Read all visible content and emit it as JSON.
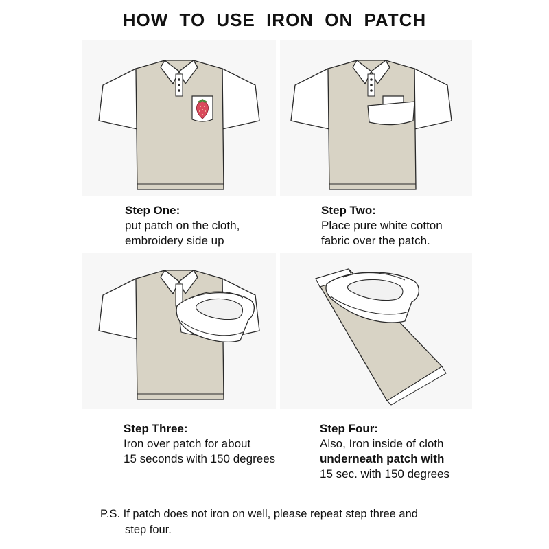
{
  "title": "HOW TO USE IRON ON PATCH",
  "steps": [
    {
      "heading": "Step One:",
      "lines": [
        "put patch on the cloth,",
        "embroidery side up"
      ]
    },
    {
      "heading": "Step Two:",
      "lines": [
        "Place pure white cotton",
        "fabric over the patch."
      ]
    },
    {
      "heading": "Step Three:",
      "lines": [
        "Iron over patch for about",
        "15 seconds with 150 degrees"
      ]
    },
    {
      "heading": "Step Four:",
      "lines": [
        "Also, Iron inside of cloth",
        "underneath patch with",
        "15 sec. with 150 degrees"
      ]
    }
  ],
  "ps": {
    "line1": "P.S. If patch does not iron on well, please repeat step three and",
    "line2": "step four."
  },
  "colors": {
    "shirt_body": "#d8d3c5",
    "sleeve": "#ffffff",
    "outline": "#2a2a2a",
    "strawberry": "#d94a5c",
    "background_panel": "#f7f7f7"
  },
  "icons": [
    "polo-shirt-icon",
    "strawberry-patch-icon",
    "cotton-cloth-icon",
    "iron-icon"
  ]
}
